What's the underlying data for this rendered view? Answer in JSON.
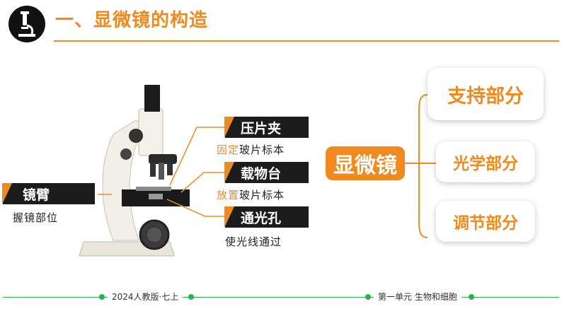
{
  "header": {
    "title": "一、显微镜的构造"
  },
  "labels": {
    "arm": {
      "name": "镜臂",
      "desc": "握镜部位"
    },
    "clip": {
      "name": "压片夹",
      "desc_hl": "固定",
      "desc_rest": "玻片标本"
    },
    "stage": {
      "name": "载物台",
      "desc_hl": "放置",
      "desc_rest": "玻片标本"
    },
    "hole": {
      "name": "通光孔",
      "desc": "使光线通过"
    }
  },
  "diagram": {
    "root": "显微镜",
    "parts": [
      "支持部分",
      "光学部分",
      "调节部分"
    ]
  },
  "footer": {
    "left": "2024人教版·七上",
    "right": "第一单元 生物和细胞"
  },
  "colors": {
    "accent": "#f08a1e",
    "dark": "#1c1c1c",
    "footer_green": "#2bb24c"
  }
}
